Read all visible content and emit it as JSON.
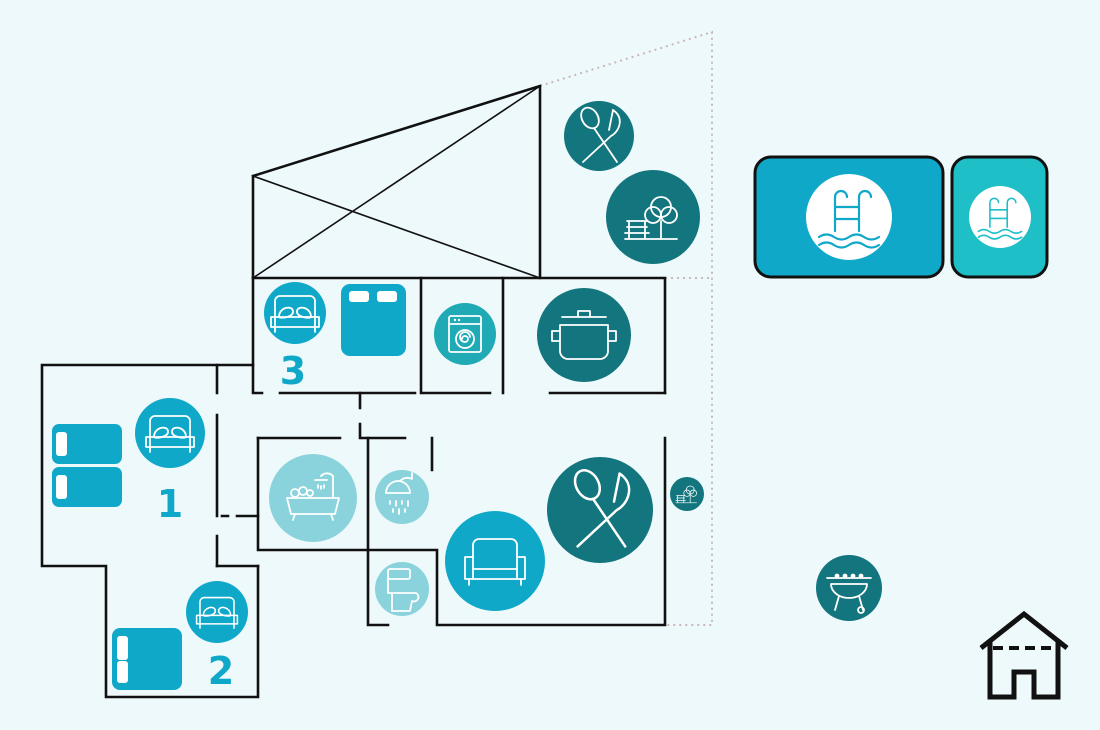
{
  "rooms": {
    "bedroom_1": {
      "label": "1"
    },
    "bedroom_2": {
      "label": "2"
    },
    "bedroom_3": {
      "label": "3"
    }
  },
  "icons": {
    "bed": "bed-icon",
    "single_bed": "single-bed-icon",
    "double_bed": "double-bed-icon",
    "washing_machine": "washing-machine-icon",
    "cooking_pot": "cooking-pot-icon",
    "bathtub": "bathtub-icon",
    "shower": "shower-icon",
    "toilet": "toilet-icon",
    "sofa": "sofa-icon",
    "dining": "dining-icon",
    "garden": "garden-icon",
    "pool": "pool-icon",
    "barbecue": "barbecue-icon",
    "house": "house-icon"
  },
  "colors": {
    "background": "#eef9fb",
    "dark_teal": "#13757e",
    "blue": "#0fa8c8",
    "light_teal": "#8bd3dc",
    "pool_teal": "#1fbfc8",
    "wall": "#111111",
    "terrace_outline": "#c9b7bd"
  }
}
